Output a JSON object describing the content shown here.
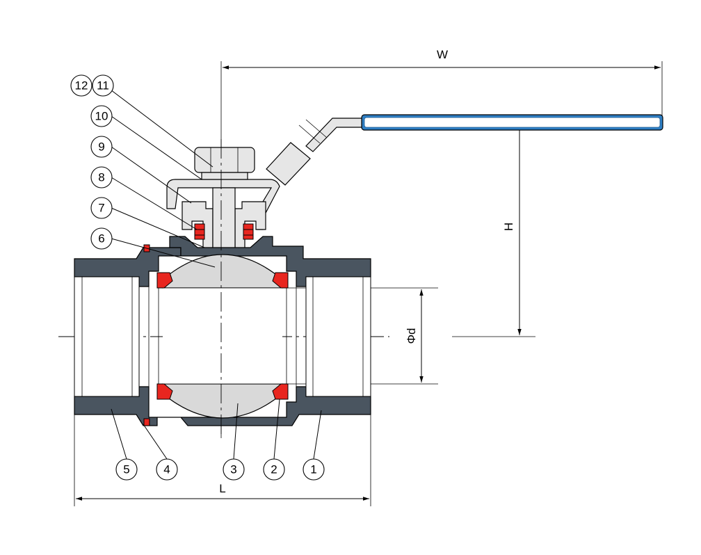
{
  "dimensions": {
    "width_label": "W",
    "height_label": "H",
    "length_label": "L",
    "bore_label": "Φd"
  },
  "callouts": {
    "c1": "1",
    "c2": "2",
    "c3": "3",
    "c4": "4",
    "c5": "5",
    "c6": "6",
    "c7": "7",
    "c8": "8",
    "c9": "9",
    "c10": "10",
    "c11": "11",
    "c12": "12"
  },
  "colors": {
    "body": "#4a5560",
    "seal": "#e8261f",
    "handle_grip": "#2f7fc4"
  }
}
